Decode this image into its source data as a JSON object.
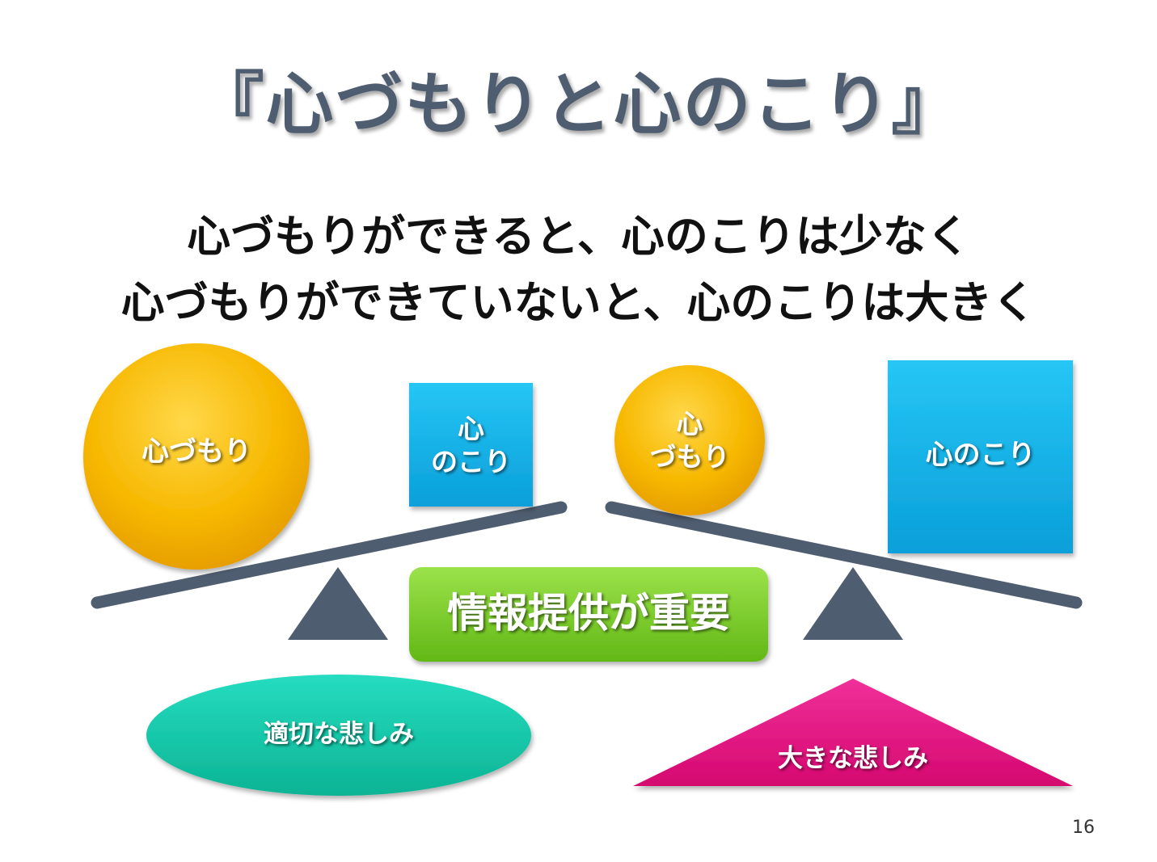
{
  "title": "『心づもりと心のこり』",
  "subtitle": {
    "line1": "心づもりができると、心のこりは少なく",
    "line2": "心づもりができていないと、心のこりは大きく"
  },
  "left_scale": {
    "circle_label": "心づもり",
    "square_label_line1": "心",
    "square_label_line2": "のこり",
    "result_label": "適切な悲しみ"
  },
  "right_scale": {
    "circle_label_line1": "心",
    "circle_label_line2": "づもり",
    "square_label": "心のこり",
    "result_label": "大きな悲しみ"
  },
  "center_label": "情報提供が重要",
  "page_number": "16",
  "colors": {
    "title": "#4f5d70",
    "beam": "#4f5d70",
    "circle": "#f7b800",
    "square": "#12b6ea",
    "center_box": "#79cf22",
    "ellipse": "#14c9a8",
    "triangle_result": "#e5137f"
  }
}
